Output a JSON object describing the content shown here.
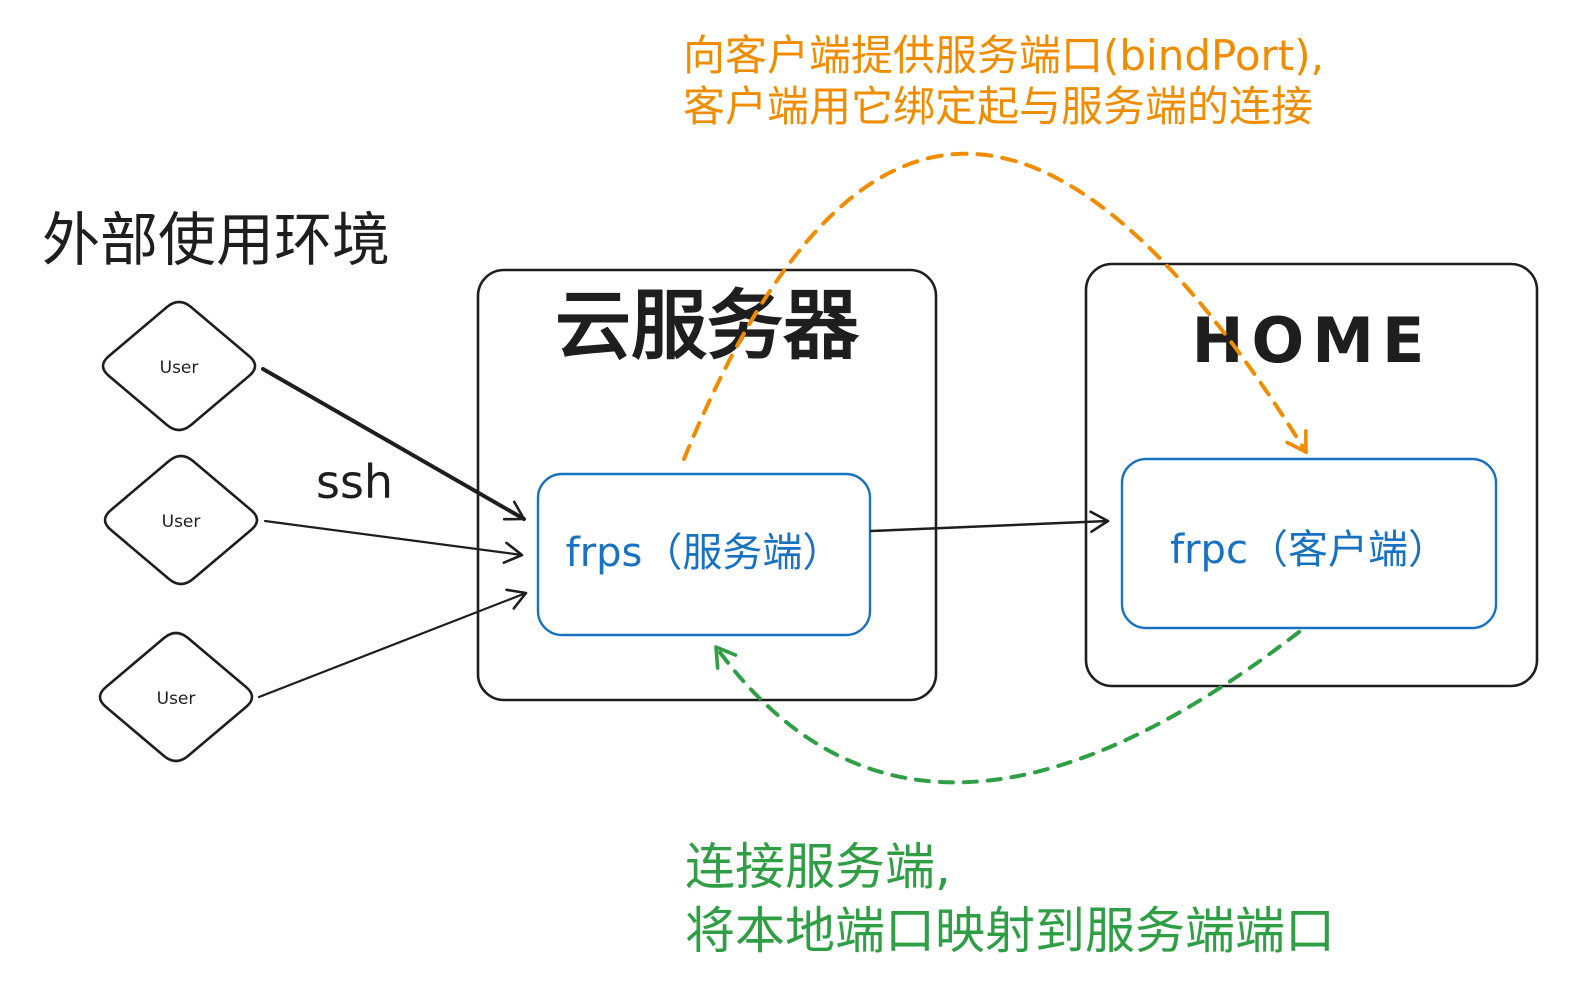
{
  "colors": {
    "ink": "#1e1e1e",
    "blue": "#1971c2",
    "orange": "#f08c00",
    "green": "#2f9e44",
    "background": "#ffffff"
  },
  "external_env": {
    "title": "外部使用环境",
    "users": [
      "User",
      "User",
      "User"
    ],
    "ssh_label": "ssh"
  },
  "cloud_server": {
    "title": "云服务器",
    "service_label": "frps（服务端）"
  },
  "home": {
    "title": "HOME",
    "client_label": "frpc（客户端）"
  },
  "annotation_bindport": {
    "line1": "向客户端提供服务端口(bindPort),",
    "line2": "客户端用它绑定起与服务端的连接"
  },
  "annotation_connect": {
    "line1": "连接服务端,",
    "line2": "将本地端口映射到服务端端口"
  }
}
